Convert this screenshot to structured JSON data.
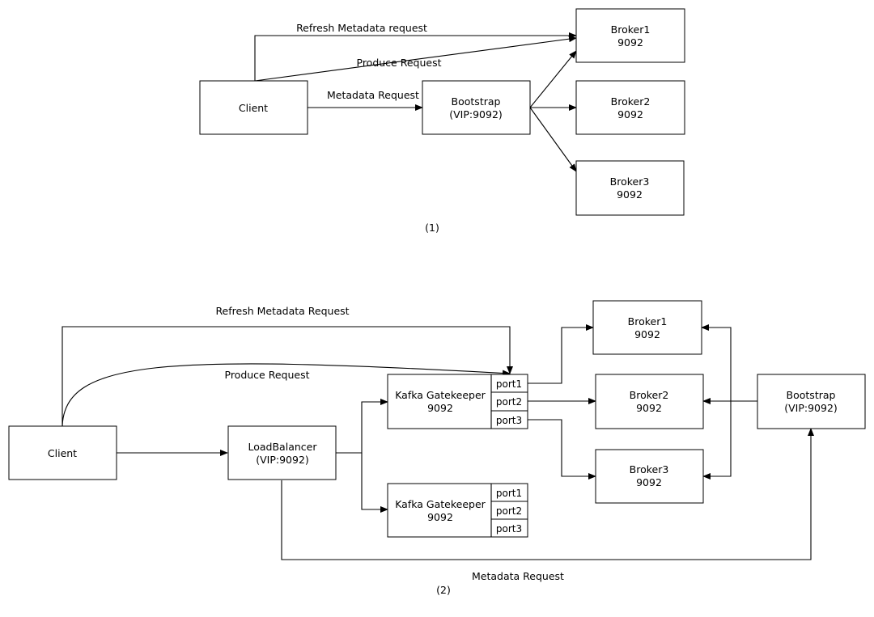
{
  "diagram1": {
    "client": "Client",
    "bootstrap": [
      "Bootstrap",
      "(VIP:9092)"
    ],
    "brokers": [
      [
        "Broker1",
        "9092"
      ],
      [
        "Broker2",
        "9092"
      ],
      [
        "Broker3",
        "9092"
      ]
    ],
    "edges": {
      "refresh": "Refresh Metadata request",
      "produce": "Produce Request",
      "metadata": "Metadata Request"
    },
    "caption": "(1)"
  },
  "diagram2": {
    "client": "Client",
    "loadbalancer": [
      "LoadBalancer",
      "(VIP:9092)"
    ],
    "gatekeepers": [
      {
        "title": [
          "Kafka Gatekeeper",
          "9092"
        ],
        "ports": [
          "port1",
          "port2",
          "port3"
        ]
      },
      {
        "title": [
          "Kafka Gatekeeper",
          "9092"
        ],
        "ports": [
          "port1",
          "port2",
          "port3"
        ]
      }
    ],
    "brokers": [
      [
        "Broker1",
        "9092"
      ],
      [
        "Broker2",
        "9092"
      ],
      [
        "Broker3",
        "9092"
      ]
    ],
    "bootstrap": [
      "Bootstrap",
      "(VIP:9092)"
    ],
    "edges": {
      "refresh": "Refresh Metadata Request",
      "produce": "Produce Request",
      "metadata": "Metadata Request"
    },
    "caption": "(2)"
  }
}
